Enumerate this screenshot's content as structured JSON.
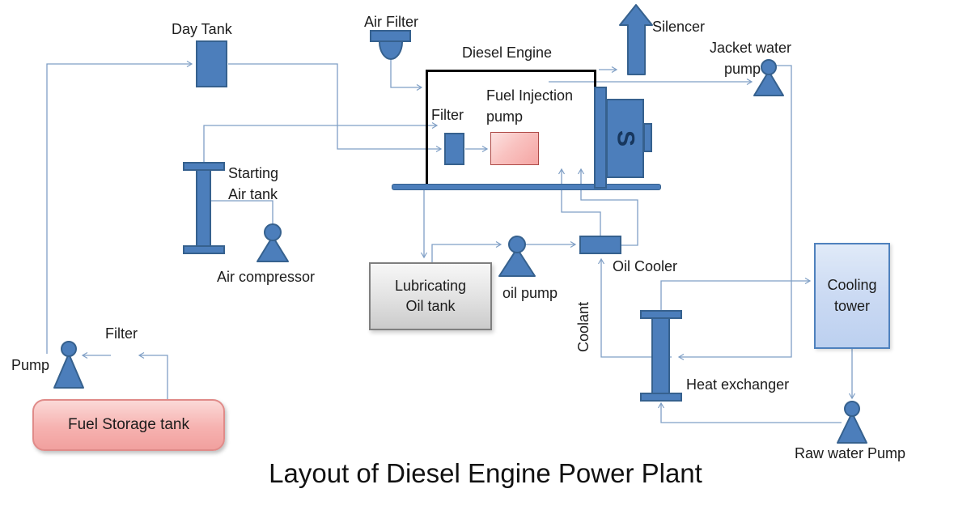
{
  "title": "Layout of Diesel Engine Power Plant",
  "labels": {
    "day_tank": "Day Tank",
    "air_filter": "Air Filter",
    "diesel_engine": "Diesel Engine",
    "silencer": "Silencer",
    "jacket_water_pump_l1": "Jacket water",
    "jacket_water_pump_l2": "pump",
    "engine_filter": "Filter",
    "fuel_injection_l1": "Fuel Injection",
    "fuel_injection_l2": "pump",
    "starting_air_tank_l1": "Starting",
    "starting_air_tank_l2": "Air tank",
    "air_compressor": "Air compressor",
    "lub_oil_tank_l1": "Lubricating",
    "lub_oil_tank_l2": "Oil tank",
    "oil_pump": "oil pump",
    "oil_cooler": "Oil Cooler",
    "coolant": "Coolant",
    "cooling_tower_l1": "Cooling",
    "cooling_tower_l2": "tower",
    "heat_exchanger": "Heat exchanger",
    "raw_water_pump": "Raw water Pump",
    "fuel_filter": "Filter",
    "fuel_pump": "Pump",
    "fuel_storage_tank": "Fuel Storage tank",
    "generator_s": "S"
  },
  "colors": {
    "shape_fill": "#4C7EBB",
    "shape_border": "#36618E",
    "connector": "#7F9FC5",
    "engine_outline": "#000000",
    "fuel_pink_fill": "#F5A5A3",
    "fuel_pink_border": "#AE4A47",
    "lube_gray_fill": "#D9D9D9",
    "cooling_blue_fill": "#CBDAF3",
    "text": "#1C1C1C"
  }
}
